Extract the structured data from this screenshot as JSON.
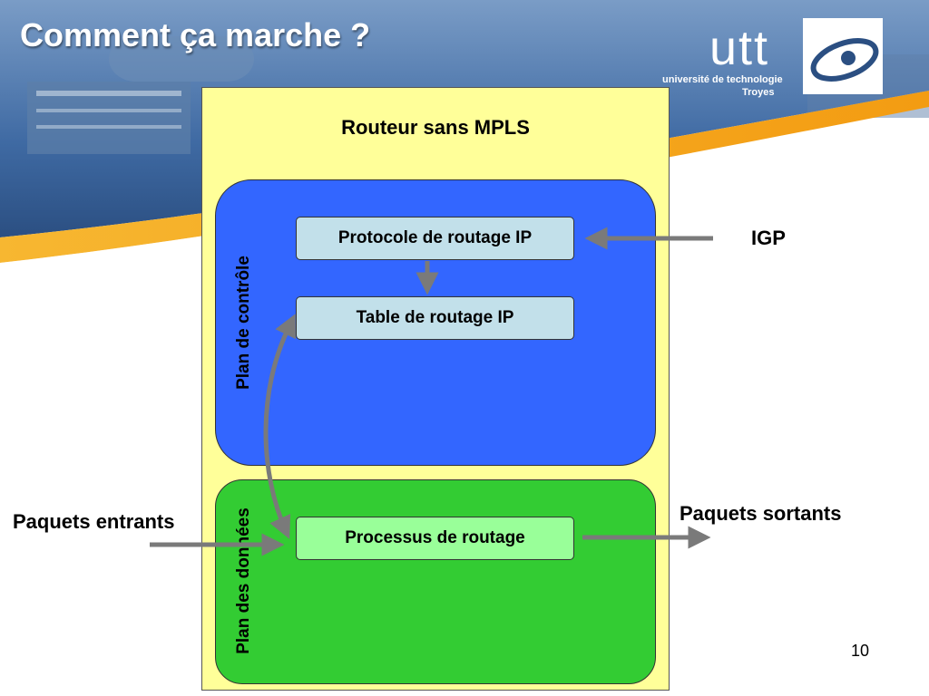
{
  "slide": {
    "title": "Comment ça marche ?",
    "page_number": "10"
  },
  "logo": {
    "name": "utt",
    "line1": "université de technologie",
    "line2": "Troyes"
  },
  "diagram": {
    "router_title": "Routeur sans MPLS",
    "control_plane_label": "Plan de contrôle",
    "data_plane_label": "Plan des données",
    "boxes": {
      "routing_protocol": "Protocole de routage IP",
      "routing_table": "Table de routage IP",
      "routing_process": "Processus de routage"
    },
    "external": {
      "igp": "IGP",
      "incoming": "Paquets entrants",
      "outgoing": "Paquets sortants"
    }
  },
  "colors": {
    "control_plane": "#3366ff",
    "data_plane": "#33cc33",
    "router_bg": "#ffff99",
    "arrow": "#7a7a7a",
    "header_orange": "#f5a623"
  }
}
